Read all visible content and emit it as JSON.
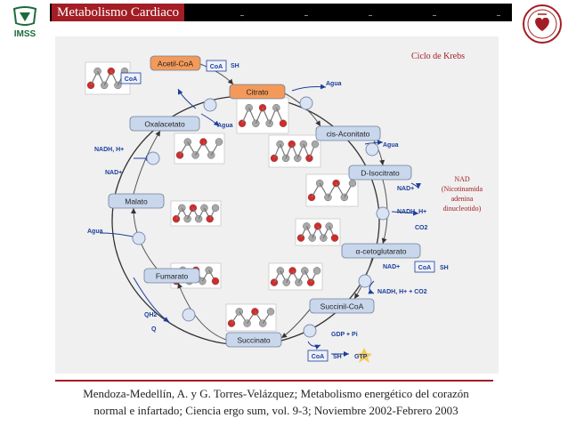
{
  "header": {
    "title": "Metabolismo Cardiaco"
  },
  "logos": {
    "left": "IMSS"
  },
  "diagram": {
    "title": "Ciclo de Krebs",
    "nad_note": "NAD (Nicotinamida adenina dinucleotido)",
    "nodes": [
      {
        "id": "acetil",
        "label": "Acetil-CoA"
      },
      {
        "id": "citrato",
        "label": "Citrato"
      },
      {
        "id": "cisacon",
        "label": "cis-Aconitato"
      },
      {
        "id": "disoc",
        "label": "D-Isocitrato"
      },
      {
        "id": "aceto",
        "label": "α-cetoglutarato"
      },
      {
        "id": "succoa",
        "label": "Succinil-CoA"
      },
      {
        "id": "succ",
        "label": "Succinato"
      },
      {
        "id": "fum",
        "label": "Fumarato"
      },
      {
        "id": "mal",
        "label": "Malato"
      },
      {
        "id": "oxal",
        "label": "Oxalacetato"
      }
    ],
    "side_labels": [
      {
        "id": "coash1",
        "text": "CoA",
        "boxed": true
      },
      {
        "id": "coash1s",
        "text": "SH",
        "boxed": false
      },
      {
        "id": "agua1",
        "text": "Agua",
        "boxed": false
      },
      {
        "id": "agua2",
        "text": "Agua",
        "boxed": false
      },
      {
        "id": "agua3",
        "text": "Agua",
        "boxed": false
      },
      {
        "id": "agua4",
        "text": "Agua",
        "boxed": false
      },
      {
        "id": "nad1",
        "text": "NAD+",
        "boxed": false
      },
      {
        "id": "nadh1",
        "text": "NADH, H+",
        "boxed": false
      },
      {
        "id": "co2a",
        "text": "CO2",
        "boxed": false
      },
      {
        "id": "nad2",
        "text": "NAD+",
        "boxed": false
      },
      {
        "id": "coa2",
        "text": "CoA",
        "boxed": true
      },
      {
        "id": "coa2s",
        "text": "SH",
        "boxed": false
      },
      {
        "id": "nadh2",
        "text": "NADH, H+ + CO2",
        "boxed": false
      },
      {
        "id": "gdp",
        "text": "GDP + Pi",
        "boxed": false
      },
      {
        "id": "coa3",
        "text": "CoA",
        "boxed": true
      },
      {
        "id": "coa3s",
        "text": "SH",
        "boxed": false
      },
      {
        "id": "gtp",
        "text": "GTP",
        "boxed": false
      },
      {
        "id": "qh2",
        "text": "QH2",
        "boxed": false
      },
      {
        "id": "q",
        "text": "Q",
        "boxed": false
      },
      {
        "id": "nadh3",
        "text": "NADH, H+",
        "boxed": false
      },
      {
        "id": "nad3",
        "text": "NAD+",
        "boxed": false
      },
      {
        "id": "coainset",
        "text": "CoA",
        "boxed": true
      }
    ]
  },
  "citation": {
    "line1": "Mendoza-Medellín, A. y G. Torres-Velázquez; Metabolismo energético del corazón",
    "line2": "normal e infartado; Ciencia ergo sum, vol. 9-3; Noviembre 2002-Febrero 2003"
  },
  "colors": {
    "header_red": "#a31d24",
    "node_orange": "#f39a5a",
    "node_blue": "#c9d7ec",
    "atom_red": "#d62a2a",
    "atom_gray": "#a8a8a8",
    "label_blue": "#1c3f9c",
    "cycle": "#333333"
  }
}
